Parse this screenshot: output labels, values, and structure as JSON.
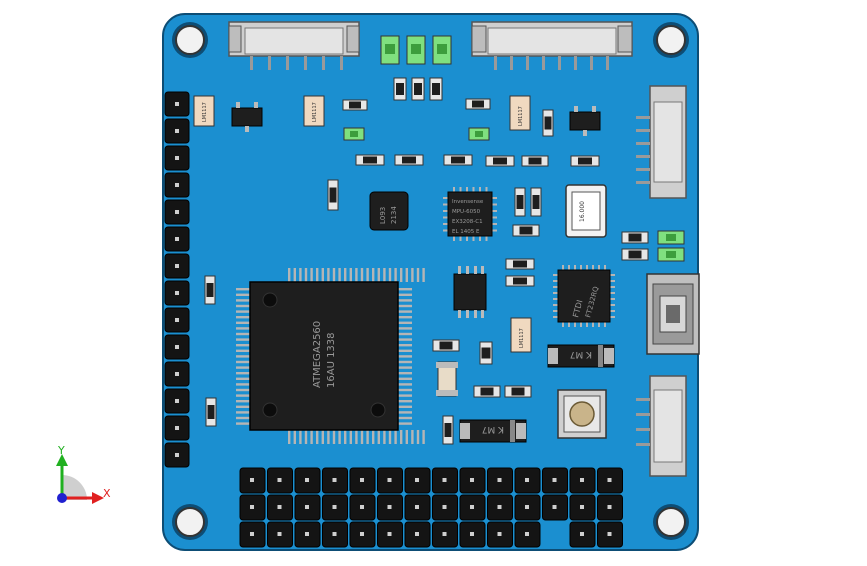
{
  "board": {
    "mcu_line1": "ATMEGA2560",
    "mcu_line2": "16AU  1338",
    "qfn_left_line1": "L093",
    "qfn_left_line2": "2134",
    "qfn_mid_line1": "Invensense",
    "qfn_mid_line2": "MPU-6050",
    "qfn_mid_line3": "EX3208-C1",
    "qfn_mid_line4": "EL 1405 E",
    "qfn_right_line1": "FTDI",
    "qfn_right_line2": "FT232RQ",
    "diode1_label": "K  M7",
    "diode2_label": "K  M7",
    "reg1_label": "LM1117",
    "reg2_label": "LM1117",
    "reg3_label": "LM1117",
    "reg4_label": "LM1117",
    "osc_label": "16.000"
  },
  "axes": {
    "x_label": "X",
    "y_label": "Y",
    "x_color": "#e02020",
    "y_color": "#20b020",
    "z_color": "#2020d0"
  },
  "colors": {
    "pcb": "#1b8fd0",
    "pcb_edge": "#0d4d75",
    "header": "#141414",
    "ic": "#1e1e1e",
    "connector": "#c8c8c8",
    "led": "#7fe07f"
  }
}
